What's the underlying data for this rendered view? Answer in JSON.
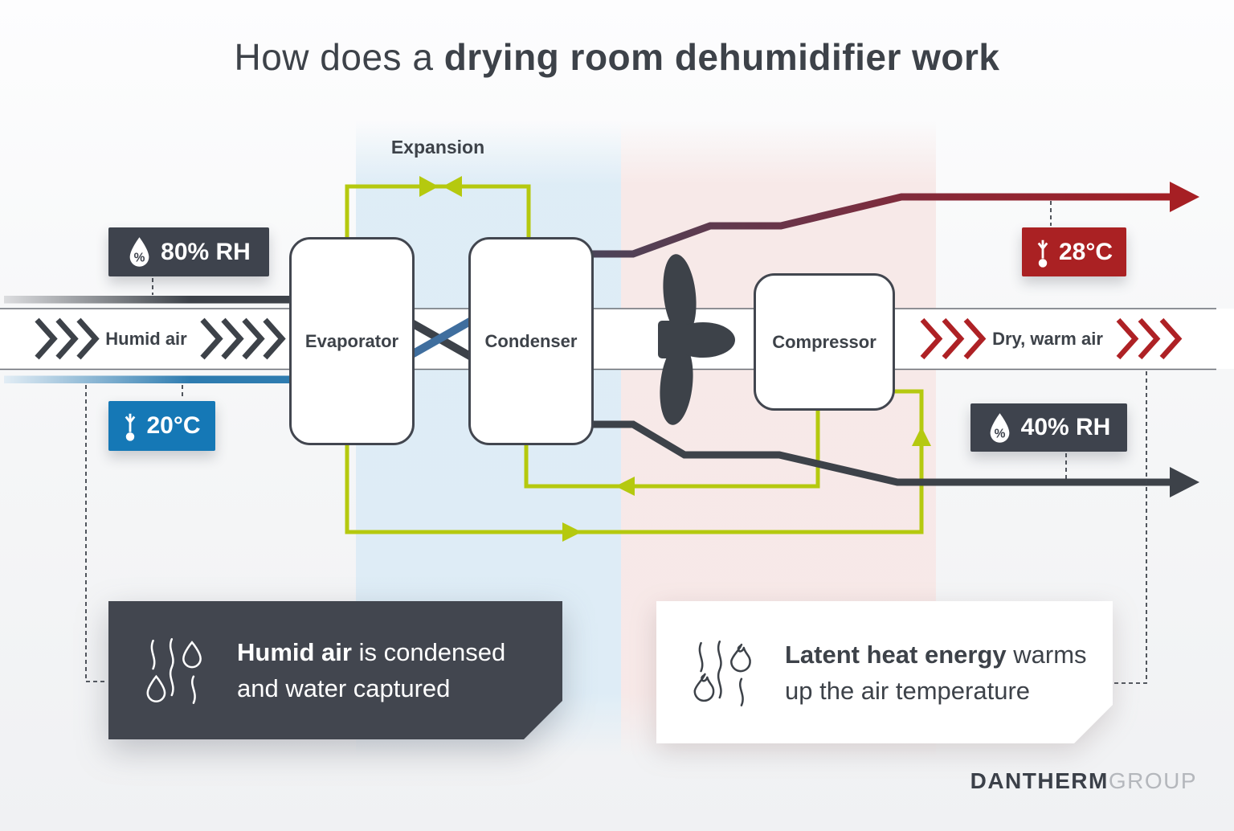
{
  "title": {
    "prefix": "How does a ",
    "bold": "drying room dehumidifier work"
  },
  "diagram": {
    "expansion_label": "Expansion",
    "components": {
      "evaporator": "Evaporator",
      "condenser": "Condenser",
      "compressor": "Compressor"
    },
    "ducts": {
      "inlet_label": "Humid air",
      "outlet_label": "Dry, warm air"
    },
    "badges": {
      "droplet_glyph": "%",
      "inlet_humidity": {
        "value": "80% RH",
        "icon": "droplet-percent-icon",
        "color": "#3e434d"
      },
      "inlet_temp": {
        "value": "20°C",
        "icon": "thermometer-down-icon",
        "color": "#1578b6"
      },
      "outlet_temp": {
        "value": "28°C",
        "icon": "thermometer-down-icon",
        "color": "#aa2123"
      },
      "outlet_humidity": {
        "value": "40% RH",
        "icon": "droplet-percent-icon",
        "color": "#3e434d"
      }
    }
  },
  "callouts": {
    "condense": {
      "bold": "Humid air",
      "rest": " is condensed",
      "line2": "and water captured",
      "icon": "condensation-droplets-icon"
    },
    "heat": {
      "bold": "Latent heat energy",
      "rest": " warms",
      "line2": "up the air temperature",
      "icon": "latent-heat-flames-icon"
    }
  },
  "footer": {
    "brand_primary": "DANTHERM",
    "brand_secondary": "GROUP"
  },
  "colors": {
    "dark_slate": "#3d4249",
    "refrigerant_lime": "#b5c90f",
    "cold_blue": "#1578b6",
    "hot_red": "#a61f24",
    "steel_blue": "#3f6e9e",
    "tint_blue_band": "#ddecf6",
    "tint_pink_band": "#f7e8e7"
  }
}
